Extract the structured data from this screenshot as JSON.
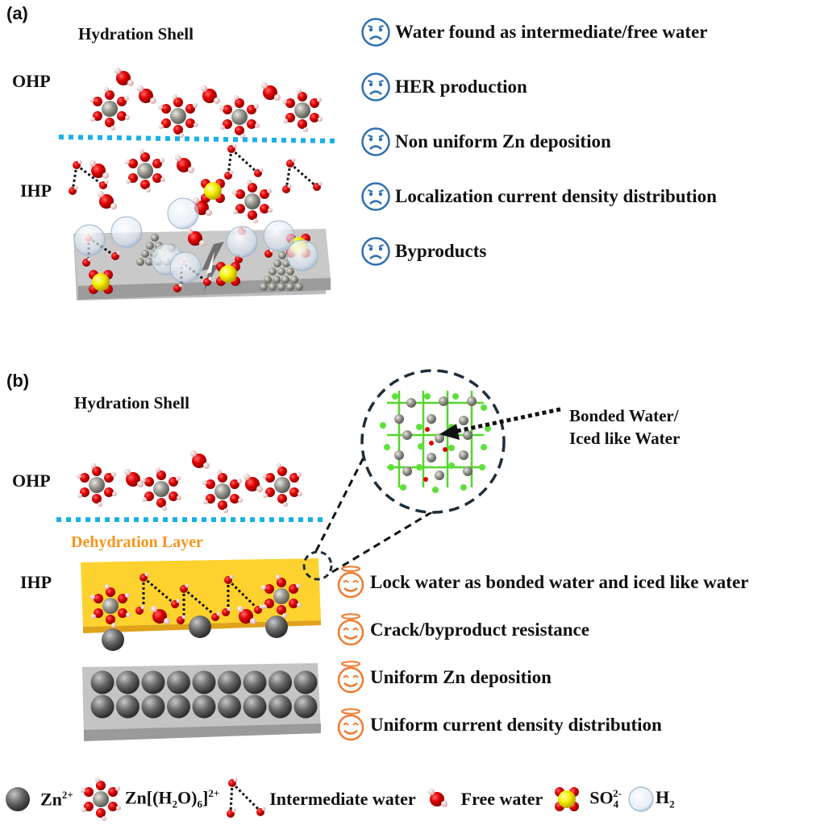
{
  "panel_a": {
    "label": "(a)",
    "title": "Hydration Shell",
    "ohp_label": "OHP",
    "ihp_label": "IHP",
    "issues_icon": "frowning-face-icon",
    "issues_color": "#2e6fb0",
    "issues": [
      "Water found as intermediate/free water",
      "HER production",
      "Non uniform Zn deposition",
      "Localization current density distribution",
      "Byproducts"
    ]
  },
  "panel_b": {
    "label": "(b)",
    "title": "Hydration Shell",
    "ohp_label": "OHP",
    "ihp_label": "IHP",
    "layer_label": "Dehydration Layer",
    "layer_color": "#fdd22f",
    "layer_label_color": "#f7941d",
    "zoom_callout_line1": "Bonded Water/",
    "zoom_callout_line2": "Iced like Water",
    "benefits_icon": "smiling-face-with-halo-icon",
    "benefits_color": "#f07b30",
    "benefits": [
      "Lock water as bonded water and iced like water",
      "Crack/byproduct resistance",
      "Uniform Zn deposition",
      "Uniform current density distribution"
    ]
  },
  "divider_color": "#1ab0e8",
  "legend": {
    "zn_ion": {
      "base": "Zn",
      "sup": "2+"
    },
    "zn_hydrate": {
      "base": "Zn[(H",
      "sub1": "2",
      "mid": "O)",
      "sub2": "6",
      "end": "]",
      "sup": "2+"
    },
    "intermediate_water": "Intermediate water",
    "free_water": "Free water",
    "sulfate": {
      "base": "SO",
      "sub": "4",
      "sup": "2-"
    },
    "hydrogen": {
      "base": "H",
      "sub": "2"
    }
  }
}
